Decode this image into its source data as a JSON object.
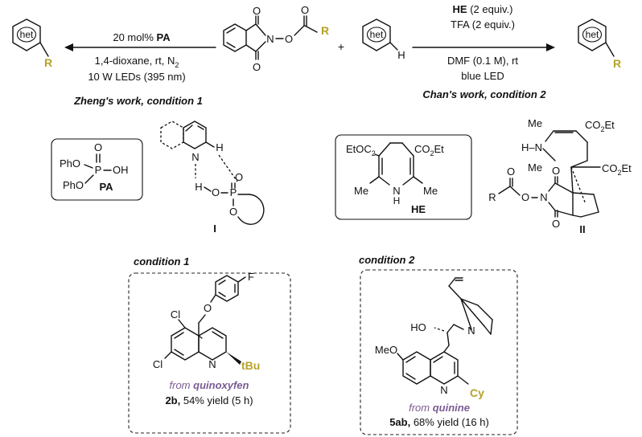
{
  "colors": {
    "r_group": "#b5a32a",
    "source_text": "#7a5b93",
    "ink": "#111111"
  },
  "left_product": {
    "ring_label": "het",
    "r_label": "R"
  },
  "center_reactant": {
    "o_top": "O",
    "o_bottom": "O",
    "o_ester": "O",
    "n_label": "N",
    "o_link": "O",
    "r_label": "R",
    "plus": "+",
    "arene_label": "het",
    "h_label": "H"
  },
  "left_arrow": {
    "line1_prefix": "20 mol% ",
    "line1_bold": "PA",
    "line2": "1,4-dioxane, rt, N",
    "line2_sub": "2",
    "line3": "10 W LEDs (395 nm)",
    "caption": "Zheng's work, condition 1"
  },
  "right_arrow": {
    "line1_bold": "HE",
    "line1_rest": " (2 equiv.)",
    "line2": "TFA (2 equiv.)",
    "line3": "DMF (0.1 M), rt",
    "line4": "blue LED",
    "caption": "Chan's work, condition 2"
  },
  "right_product": {
    "ring_label": "het",
    "r_label": "R"
  },
  "pa": {
    "pho_top": "PhO",
    "o_double": "O",
    "p": "P",
    "oh": "OH",
    "pho_bottom": "PhO",
    "name": "PA"
  },
  "intermediate_I": {
    "n": "N",
    "h_top": "H",
    "h_left": "H",
    "o1": "O",
    "p": "P",
    "o_double": "O",
    "o2": "O",
    "label": "I"
  },
  "he": {
    "left_ester": "EtO",
    "left_ester_sub": "2",
    "left_ester_c": "C",
    "right_ester": "CO",
    "right_ester_sub": "2",
    "right_ester_et": "Et",
    "me_left": "Me",
    "me_right": "Me",
    "n": "N",
    "h": "H",
    "name": "HE"
  },
  "intermediate_II": {
    "me_top": "Me",
    "co2et_top": "CO",
    "co2et_top_sub": "2",
    "co2et_top_et": "Et",
    "hn": "H–N",
    "me_mid": "Me",
    "co2et_mid": "CO",
    "co2et_mid_sub": "2",
    "co2et_mid_et": "Et",
    "o_top": "O",
    "o_bottom": "O",
    "n": "N",
    "o_link": "O",
    "o_acyl": "O",
    "r": "R",
    "label": "II"
  },
  "condition1": {
    "heading": "condition 1",
    "f": "F",
    "o": "O",
    "cl_top": "Cl",
    "cl_left": "Cl",
    "n": "N",
    "tbu": "tBu",
    "source_prefix": "from ",
    "source_name": "quinoxyfen",
    "compound": "2b,",
    "yield": " 54% yield (5 h)"
  },
  "condition2": {
    "heading": "condition 2",
    "ho": "HO",
    "meo": "MeO",
    "n_ring": "N",
    "n_bridge": "N",
    "cy": "Cy",
    "source_prefix": "from ",
    "source_name": "quinine",
    "compound": "5ab,",
    "yield": " 68% yield (16 h)"
  }
}
